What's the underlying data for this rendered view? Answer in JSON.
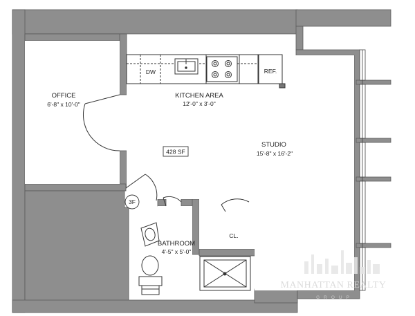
{
  "rooms": {
    "office": {
      "name": "OFFICE",
      "dims": "6'-8\" x 10'-0\""
    },
    "kitchen": {
      "name": "KITCHEN AREA",
      "dims": "12'-0\" x 3'-0\""
    },
    "studio": {
      "name": "STUDIO",
      "dims": "15'-8\" x 16'-2\""
    },
    "bathroom": {
      "name": "BATHROOM",
      "dims": "4'-5\" x 5'-0\""
    },
    "closet": {
      "name": "CL."
    }
  },
  "fixtures": {
    "dishwasher": "DW",
    "refrigerator": "REF."
  },
  "area_label": "428 SF",
  "unit_label": "3F",
  "watermark": {
    "main": "MANHATTAN REALTY",
    "sub": "GROUP"
  },
  "colors": {
    "wall": "#8e8e8e",
    "wall_edge": "#5a5a5a",
    "line": "#333333",
    "background": "#ffffff"
  }
}
